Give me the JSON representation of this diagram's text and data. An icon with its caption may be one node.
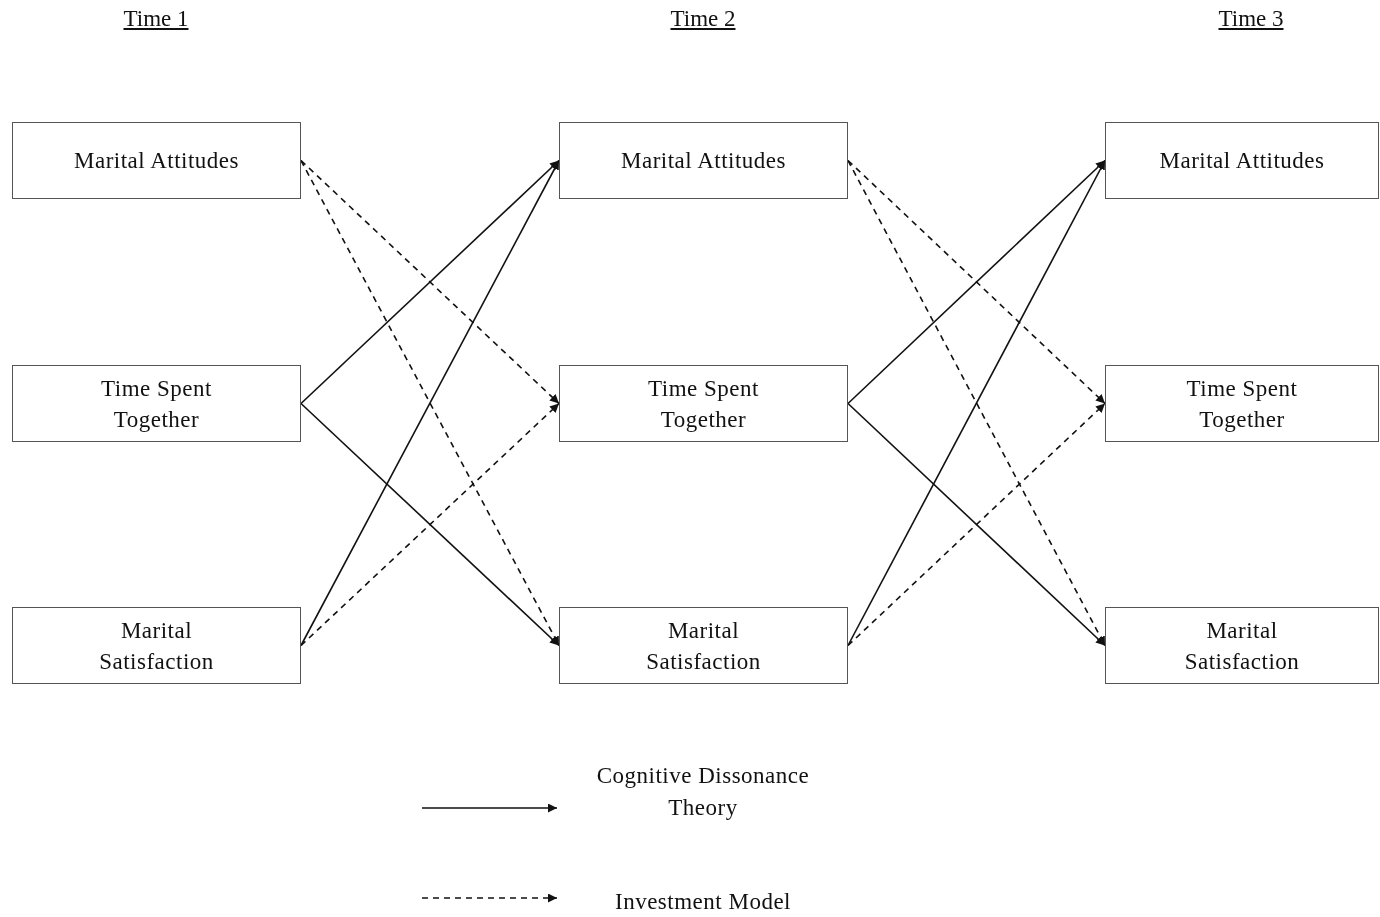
{
  "diagram": {
    "nodes": [
      {
        "text": [
          "Marital Attitudes"
        ]
      },
      {
        "text": [
          "Time Spent Together"
        ]
      },
      {
        "text": [
          "Marital Satisfaction"
        ]
      },
      {
        "text": [
          "Marital Attitudes"
        ]
      },
      {
        "text": [
          "Time Spent Together"
        ]
      },
      {
        "text": [
          "Marital Satisfaction"
        ]
      },
      {
        "text": [
          "Marital Attitudes"
        ]
      },
      {
        "text": [
          "Time Spent Together"
        ]
      },
      {
        "text": [
          "Marital Satisfaction"
        ]
      }
    ],
    "edges": [
      {
        "from": 1,
        "to": 3,
        "arrow": "to"
      },
      {
        "from": 1,
        "to": 5,
        "arrow": "to"
      },
      {
        "from": 2,
        "to": 3,
        "arrow": "to"
      },
      {
        "from": 0,
        "to": 4,
        "arrow": "to",
        "style": "dashed"
      },
      {
        "from": 0,
        "to": 5,
        "arrow": "to",
        "style": "dashed"
      },
      {
        "from": 2,
        "to": 4,
        "arrow": "to",
        "style": "dashed"
      },
      {
        "from": 4,
        "to": 6,
        "arrow": "to"
      },
      {
        "from": 4,
        "to": 8,
        "arrow": "to"
      },
      {
        "from": 5,
        "to": 6,
        "arrow": "to"
      },
      {
        "from": 3,
        "to": 7,
        "arrow": "to",
        "style": "dashed"
      },
      {
        "from": 3,
        "to": 8,
        "arrow": "to",
        "style": "dashed"
      },
      {
        "from": 5,
        "to": 7,
        "arrow": "to",
        "style": "dashed"
      }
    ],
    "labels": [
      "Time 1",
      "Time 2",
      "Time 3"
    ],
    "legend": [
      {
        "text": "Cognitive Dissonance Theory"
      },
      {
        "text": "Investment Model"
      }
    ]
  }
}
